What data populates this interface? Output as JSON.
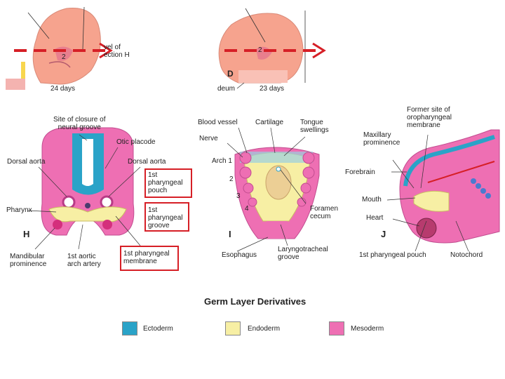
{
  "top_left": {
    "level_label": "vel of\nection H",
    "marker": "2",
    "days": "24 days"
  },
  "top_right": {
    "marker": "2",
    "letter": "D",
    "deum": "deum",
    "days": "23 days"
  },
  "panel_h": {
    "letter": "H",
    "labels": {
      "site_closure": "Site of closure of\nneural groove",
      "otic_placode": "Otic placode",
      "dorsal_aorta_left": "Dorsal aorta",
      "dorsal_aorta_right": "Dorsal aorta",
      "first_pouch": "1st\npharyngeal\npouch",
      "pharynx": "Pharynx",
      "first_groove": "1st\npharyngeal\ngroove",
      "mandibular": "Mandibular\nprominence",
      "aortic_arch": "1st aortic\narch artery",
      "first_membrane": "1st pharyngeal\nmembrane"
    }
  },
  "panel_i": {
    "letter": "I",
    "labels": {
      "blood_vessel": "Blood vessel",
      "cartilage": "Cartilage",
      "tongue": "Tongue\nswellings",
      "nerve": "Nerve",
      "arch1": "Arch 1",
      "n2": "2",
      "n3": "3",
      "n4": "4",
      "foramen": "Foramen\ncecum",
      "esophagus": "Esophagus",
      "laryngo": "Laryngotracheal\ngroove"
    }
  },
  "panel_j": {
    "letter": "J",
    "labels": {
      "former_site": "Former site of\noropharyngeal\nmembrane",
      "maxillary": "Maxillary\nprominence",
      "forebrain": "Forebrain",
      "mouth": "Mouth",
      "heart": "Heart",
      "first_pouch": "1st pharyngeal pouch",
      "notochord": "Notochord"
    }
  },
  "legend": {
    "title": "Germ Layer Derivatives",
    "items": [
      {
        "label": "Ectoderm",
        "color": "#2aa3c8"
      },
      {
        "label": "Endoderm",
        "color": "#f7efa4"
      },
      {
        "label": "Mesoderm",
        "color": "#ee6fb3"
      }
    ]
  },
  "colors": {
    "highlight": "#d61f26",
    "embryo": "#f6a38e",
    "mesoderm": "#ee6fb3",
    "ectoderm": "#2aa3c8",
    "endoderm": "#f7efa4"
  }
}
